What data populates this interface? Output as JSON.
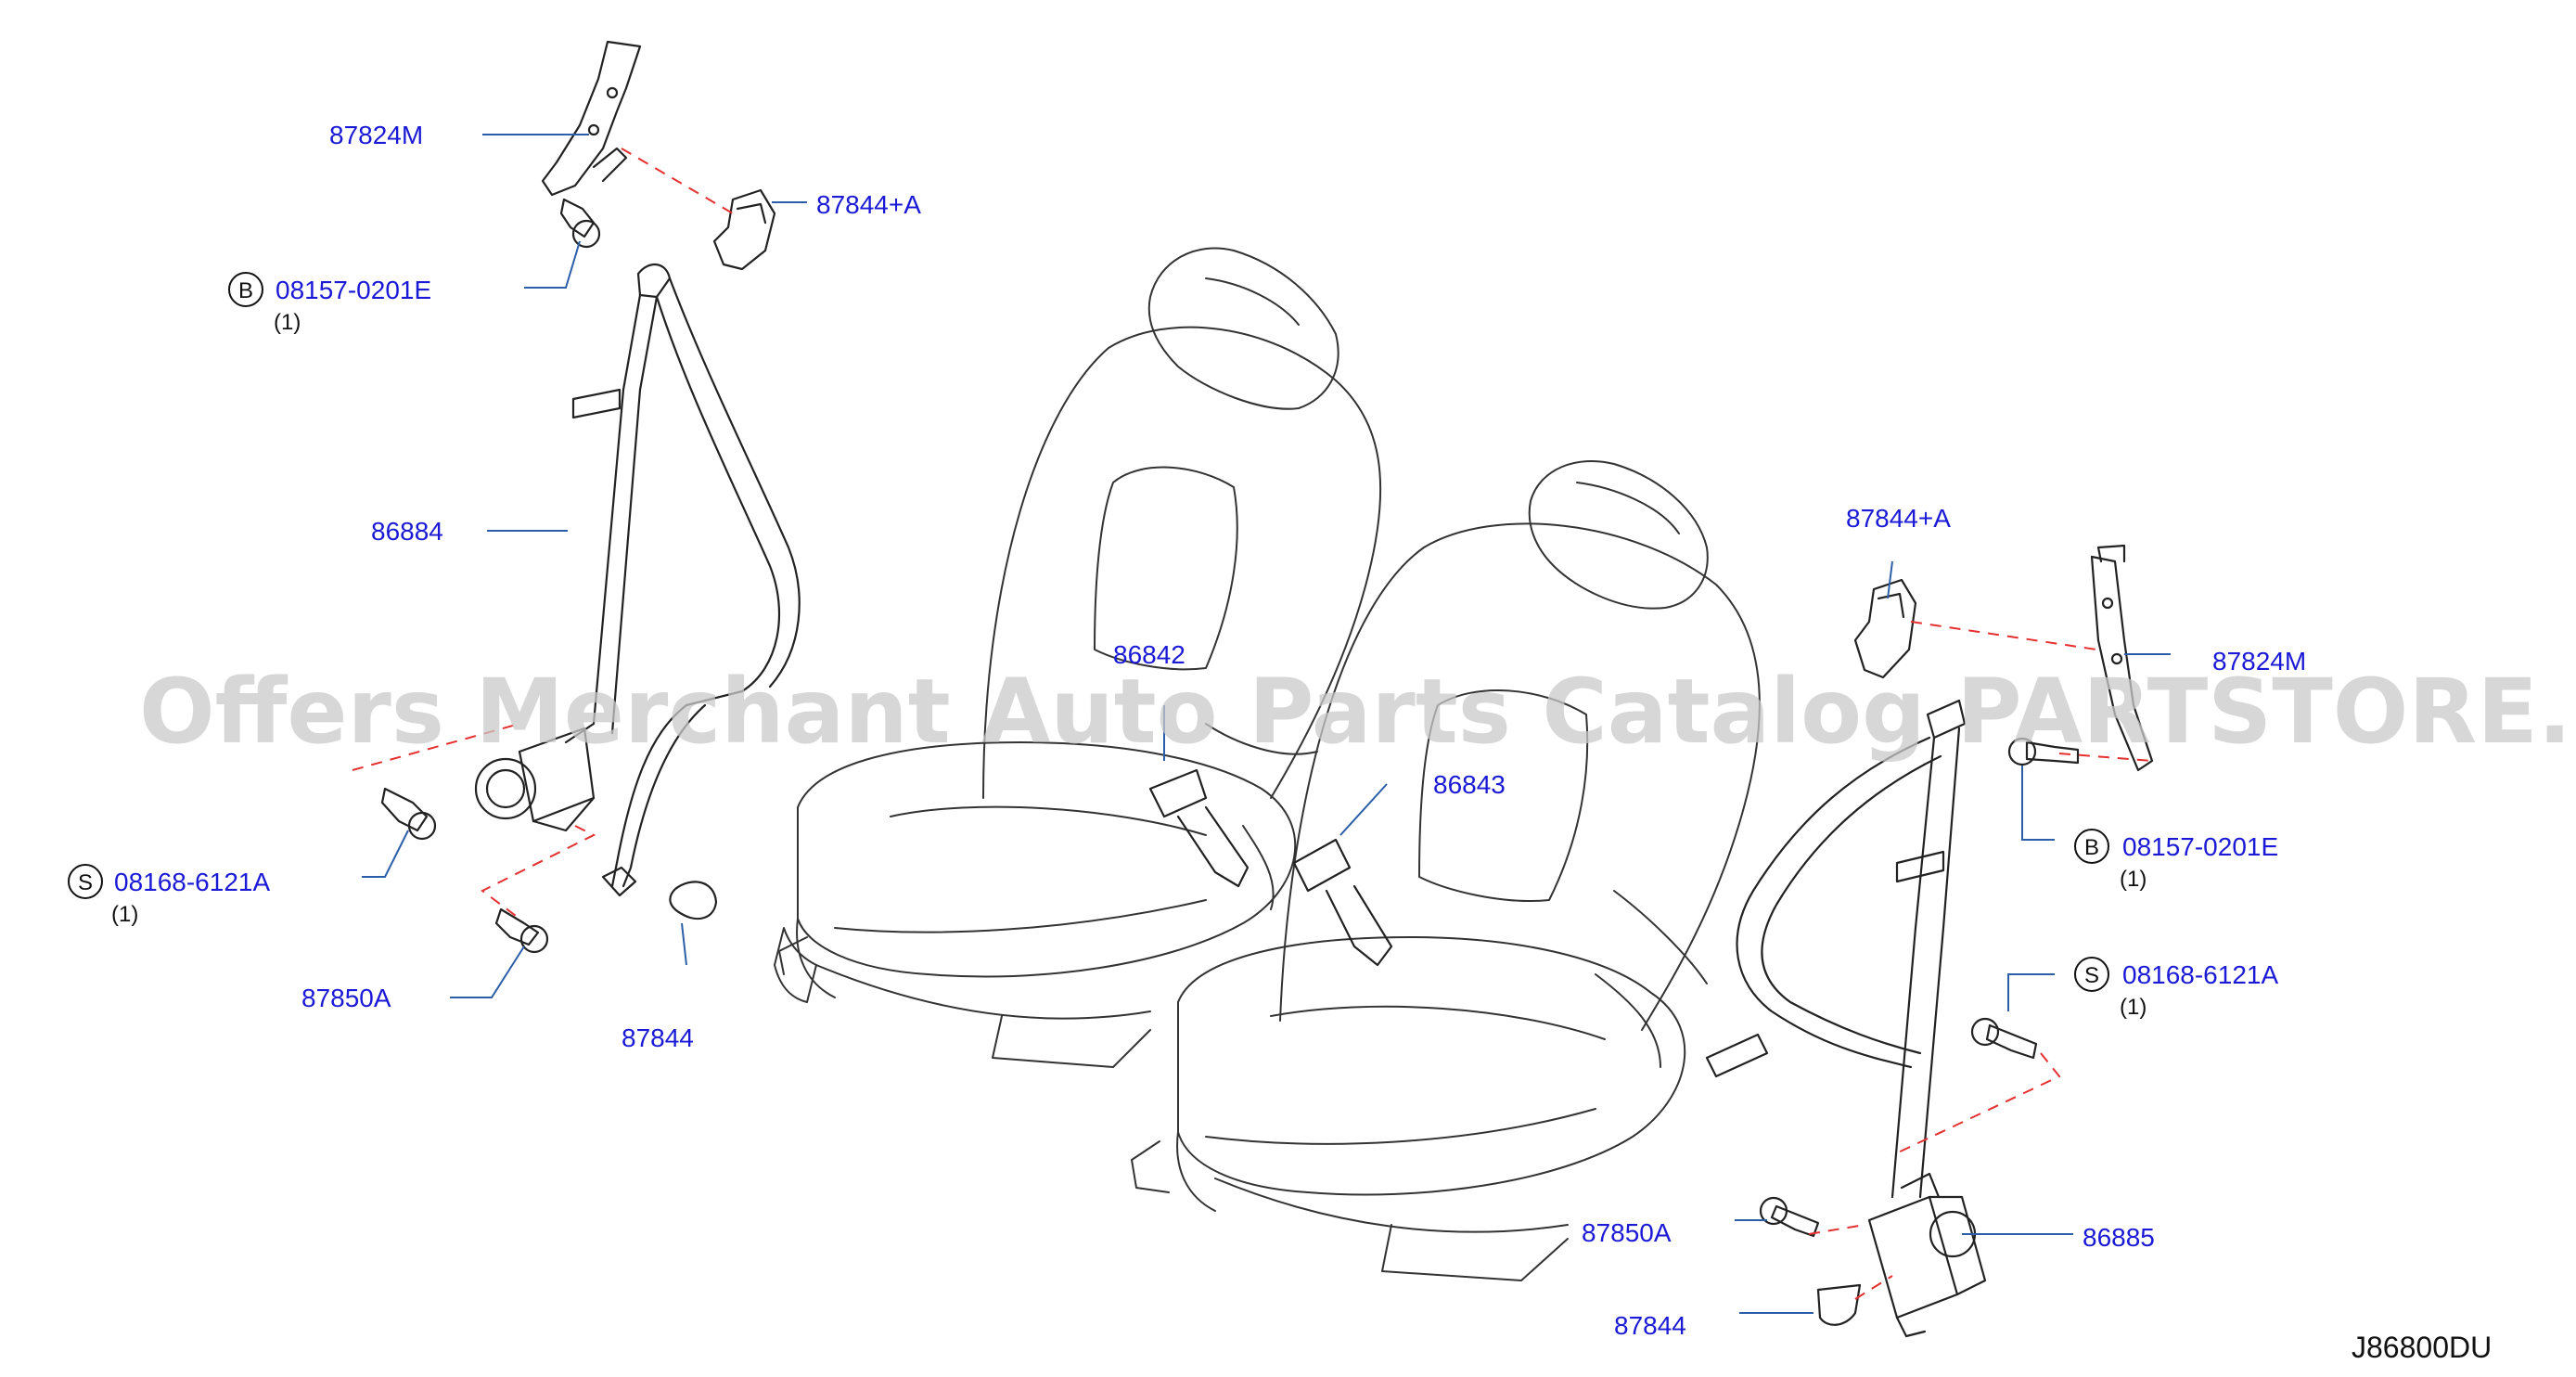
{
  "labels": {
    "l_87824M": "87824M",
    "l_87844A": "87844+A",
    "l_08157": "08157-0201E",
    "l_08157_qty": "(1)",
    "l_86884": "86884",
    "l_08168": "08168-6121A",
    "l_08168_qty": "(1)",
    "l_87850A": "87850A",
    "l_87844": "87844",
    "l_86842": "86842",
    "l_86843": "86843",
    "r_87844A": "87844+A",
    "r_87824M": "87824M",
    "r_08157": "08157-0201E",
    "r_08157_qty": "(1)",
    "r_08168": "08168-6121A",
    "r_08168_qty": "(1)",
    "r_86885": "86885",
    "r_87850A": "87850A",
    "r_87844": "87844"
  },
  "markers": {
    "bolt_b": "B",
    "bolt_s": "S"
  },
  "watermark": "Offers Merchant Auto Parts Catalog PARTSTORE.SA",
  "diagram_code": "J86800DU",
  "colors": {
    "label": "#1a1ad6",
    "leader": "#2a5ea8",
    "dashed_link": "#e53030",
    "line_art": "#222222"
  }
}
